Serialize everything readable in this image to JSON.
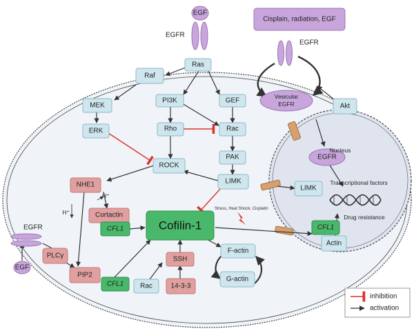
{
  "palette": {
    "node_blue_fill": "#cfe6ee",
    "node_blue_stroke": "#8cb8c8",
    "node_red_fill": "#e0a0a0",
    "node_red_stroke": "#c47878",
    "node_green_fill": "#4ab86a",
    "node_green_stroke": "#2e8c4c",
    "purple_fill": "#c8a6dc",
    "purple_stroke": "#9a74b8",
    "inhibition_color": "#e0302a",
    "activation_color": "#333333",
    "cell_fill": "#f0f4f8",
    "nucleus_fill": "#dfe4ef",
    "pore_fill": "#d8a070"
  },
  "labels": {
    "egf_top": "EGF",
    "egfr_top": "EGFR",
    "cisplatin_box": "Cisplain, radiation, EGF",
    "egfr_right": "EGFR",
    "vesicular_egfr": "Vesicular EGFR",
    "akt": "Akt",
    "ras": "Ras",
    "raf": "Raf",
    "mek": "MEK",
    "erk": "ERK",
    "pi3k": "PI3K",
    "gef": "GEF",
    "rho": "Rho",
    "rac_mid": "Rac",
    "pak": "PAK",
    "rock": "ROCK",
    "limk": "LIMK",
    "nhe1": "NHE1",
    "h_plus_1": "H⁺",
    "h_plus_2": "H⁺",
    "cortactin": "Cortactin",
    "cfl1_a": "CFL1",
    "cofilin": "Cofilin-1",
    "stress": "Stress, Heat Shock, Cisplatin",
    "egfr_left": "EGFR",
    "egf_left": "EGF",
    "plcy": "PLCγ",
    "pip2": "PIP2",
    "cfl1_b": "CFL1",
    "rac_bottom": "Rac",
    "ssh": "SSH",
    "ywhaz": "14-3-3",
    "factin": "F-actin",
    "gactin": "G-actin",
    "nucleus": "Nucleus",
    "egfr_nuc": "EGFR",
    "limk_nuc": "LIMK",
    "transcription": "Transcriptional factors",
    "drug_resistance": "Drug resistance",
    "cfl1_nuc": "CFL1",
    "actin_nuc": "Actin"
  },
  "legend": {
    "inhibition": "inhibition",
    "activation": "activation"
  }
}
